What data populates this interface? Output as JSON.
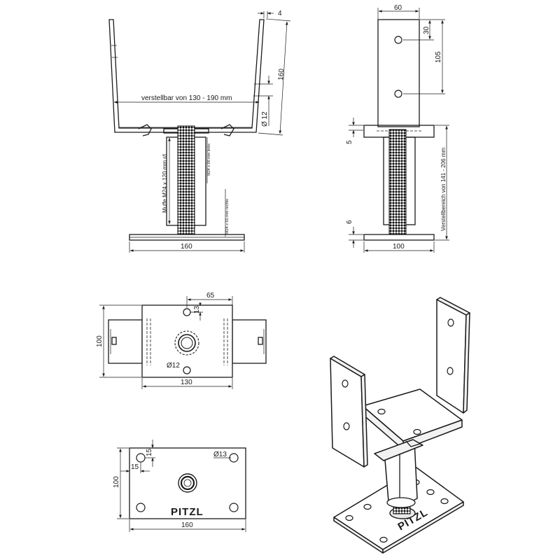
{
  "front_view": {
    "dim_thickness": "4",
    "dim_height": "160",
    "label_adjustable": "verstellbar von 130 - 190 mm",
    "dim_hole": "Ø 12",
    "label_sleeve": "Muffe M24 x 120 mm r/l",
    "label_thread_left": "M24 x 66 mm links",
    "label_thread_right": "M24 x 65 mm rechts",
    "dim_base_width": "160"
  },
  "side_view": {
    "dim_width": "60",
    "dim_hole_offset": "30",
    "dim_hole_spacing": "105",
    "dim_saddle_thickness": "5",
    "label_adjust_range": "Verstellbereich von 141 - 206 mm",
    "dim_base_thickness": "6",
    "dim_base_width": "100"
  },
  "top_view": {
    "dim_hole_x": "65",
    "dim_hole_edge": "13",
    "dim_depth": "100",
    "dim_hole": "Ø12",
    "dim_width": "130"
  },
  "base_view": {
    "dim_hole_y": "15",
    "dim_hole_x": "15",
    "dim_hole": "Ø13",
    "dim_depth": "100",
    "brand": "PITZL",
    "dim_width": "160"
  },
  "iso_view": {
    "brand": "PITZL"
  }
}
